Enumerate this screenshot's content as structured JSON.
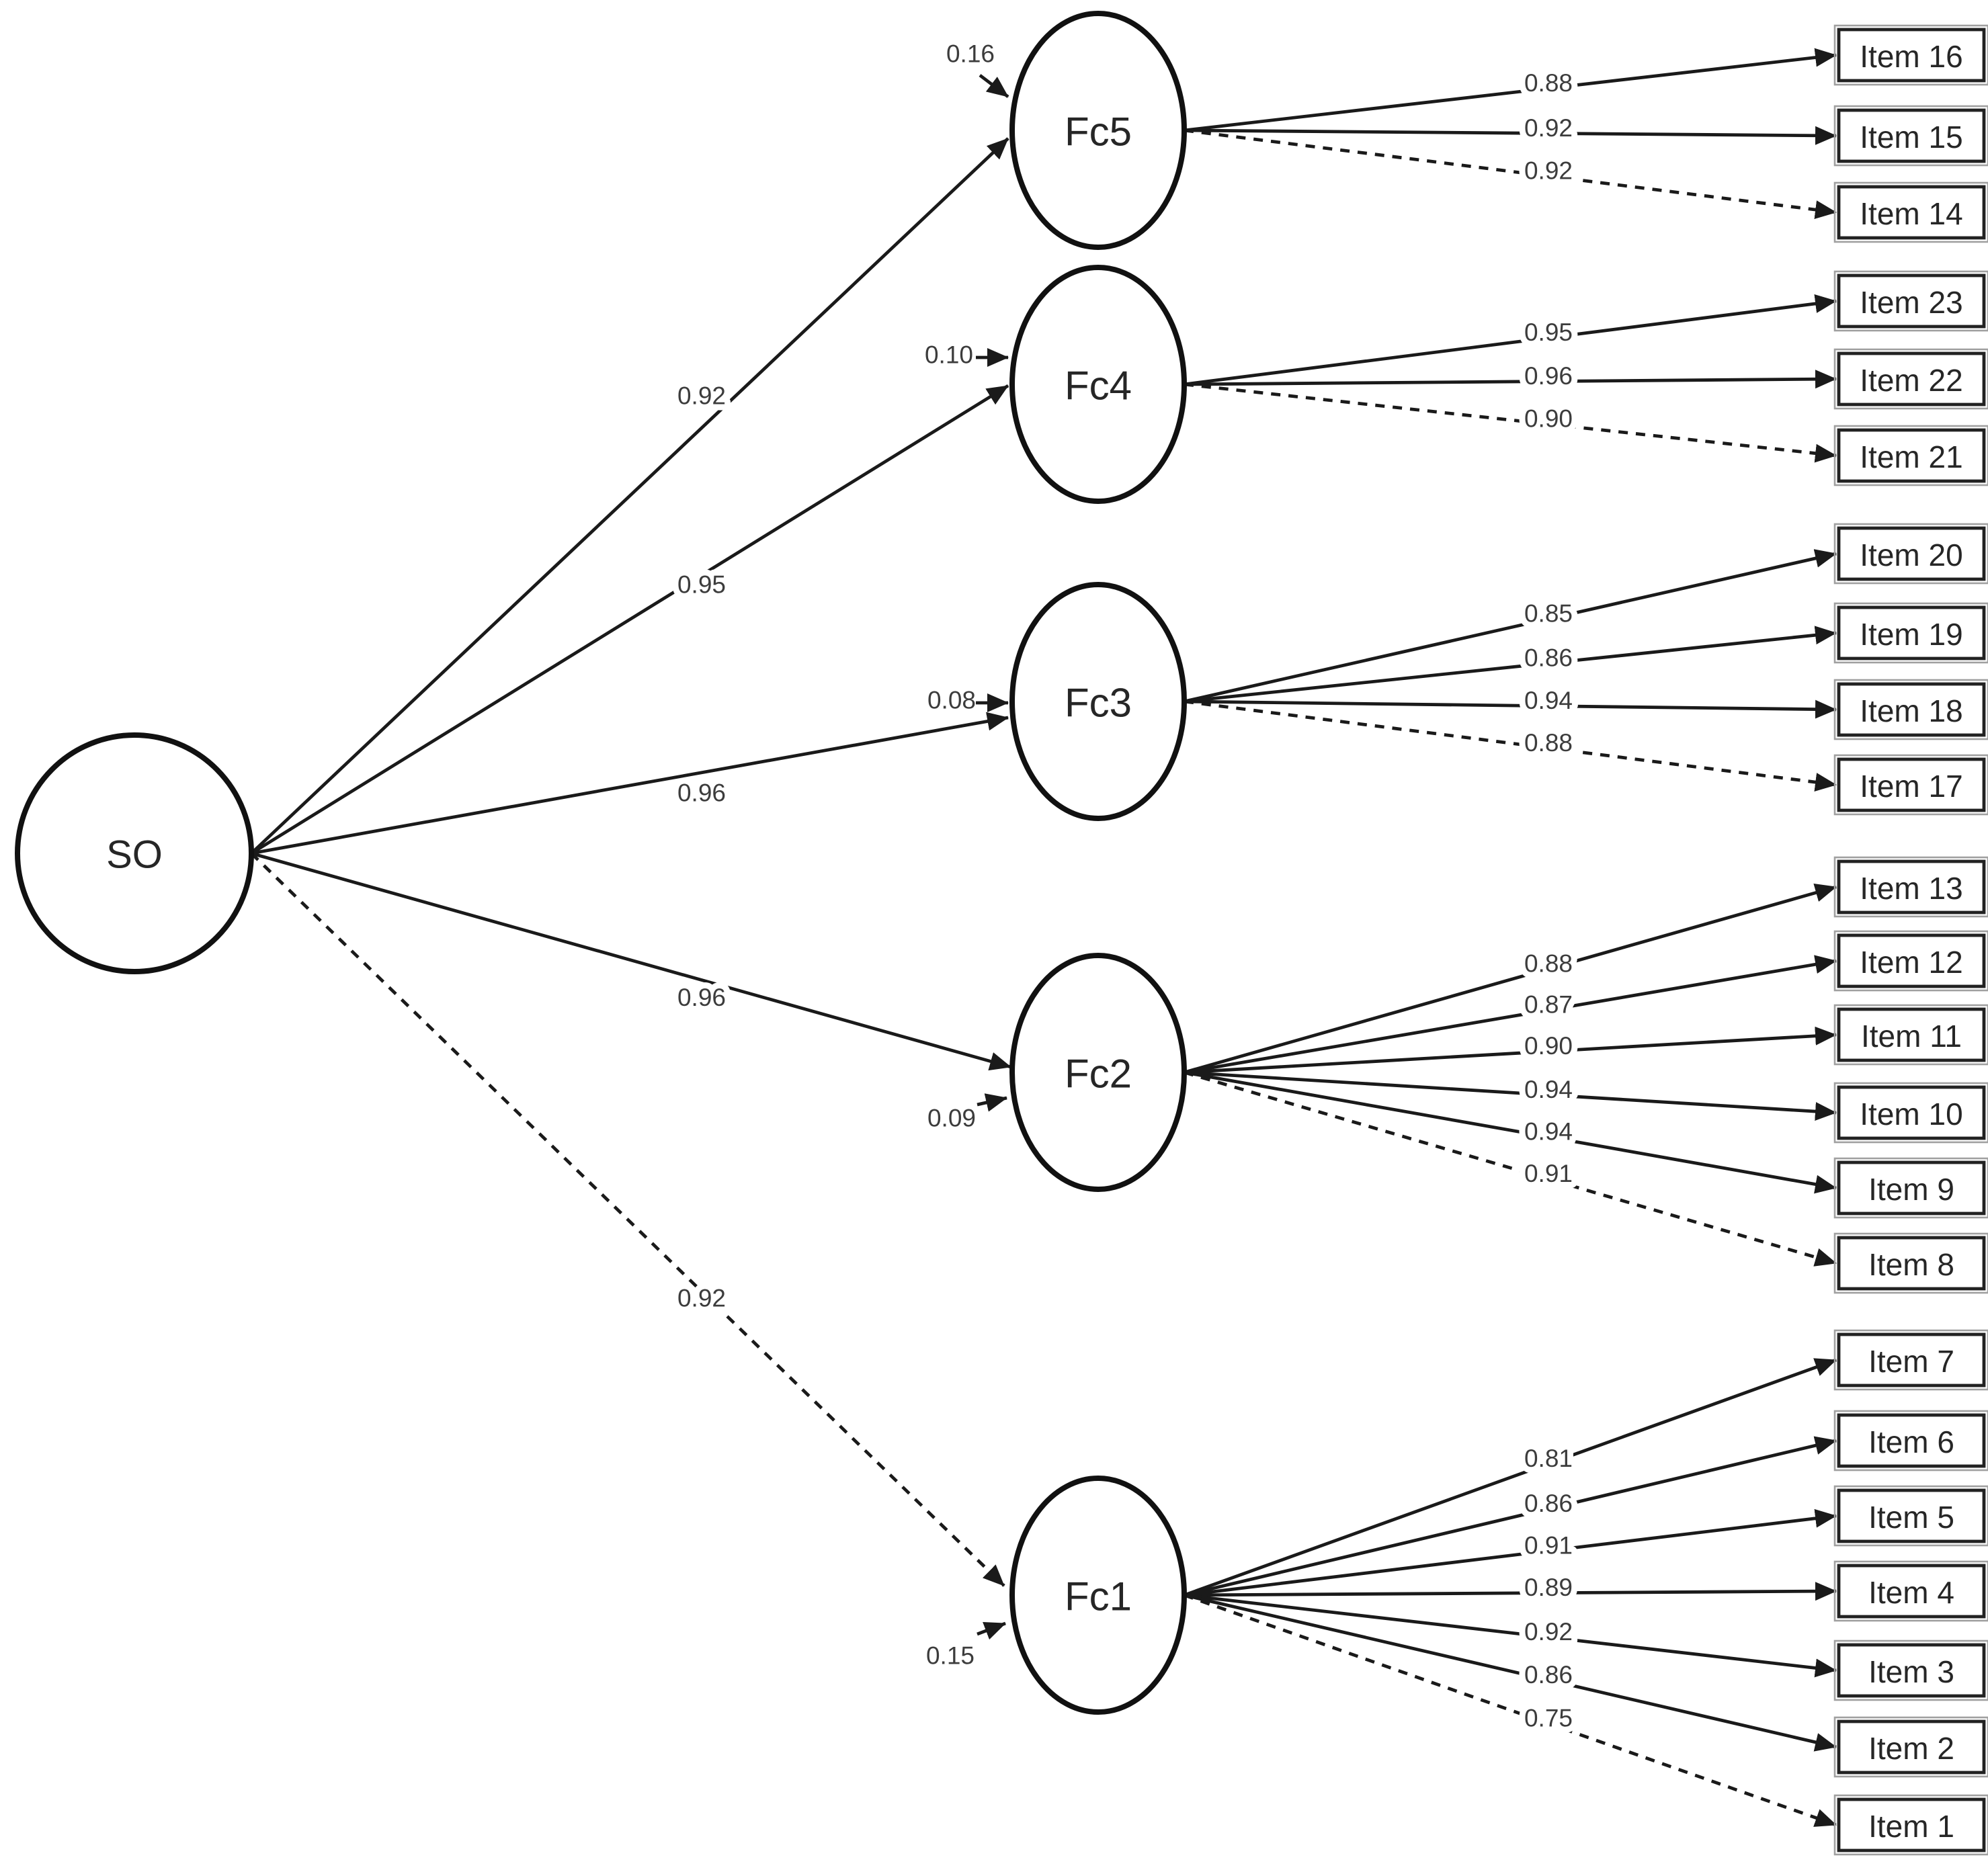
{
  "diagram": {
    "type": "second-order-cfa-path-diagram",
    "second_order_factor": {
      "id": "SO",
      "label": "SO"
    },
    "structural_paths": [
      {
        "from": "SO",
        "to": "Fc5",
        "coefficient": "0.92",
        "style": "solid"
      },
      {
        "from": "SO",
        "to": "Fc4",
        "coefficient": "0.95",
        "style": "solid"
      },
      {
        "from": "SO",
        "to": "Fc3",
        "coefficient": "0.96",
        "style": "solid"
      },
      {
        "from": "SO",
        "to": "Fc2",
        "coefficient": "0.96",
        "style": "solid"
      },
      {
        "from": "SO",
        "to": "Fc1",
        "coefficient": "0.92",
        "style": "dashed"
      }
    ],
    "factors": [
      {
        "id": "Fc5",
        "label": "Fc5",
        "residual": "0.16",
        "indicators": [
          {
            "item": "Item 16",
            "loading": "0.88",
            "style": "solid"
          },
          {
            "item": "Item 15",
            "loading": "0.92",
            "style": "solid"
          },
          {
            "item": "Item 14",
            "loading": "0.92",
            "style": "dashed"
          }
        ]
      },
      {
        "id": "Fc4",
        "label": "Fc4",
        "residual": "0.10",
        "indicators": [
          {
            "item": "Item 23",
            "loading": "0.95",
            "style": "solid"
          },
          {
            "item": "Item 22",
            "loading": "0.96",
            "style": "solid"
          },
          {
            "item": "Item 21",
            "loading": "0.90",
            "style": "dashed"
          }
        ]
      },
      {
        "id": "Fc3",
        "label": "Fc3",
        "residual": "0.08",
        "indicators": [
          {
            "item": "Item 20",
            "loading": "0.85",
            "style": "solid"
          },
          {
            "item": "Item 19",
            "loading": "0.86",
            "style": "solid"
          },
          {
            "item": "Item 18",
            "loading": "0.94",
            "style": "solid"
          },
          {
            "item": "Item 17",
            "loading": "0.88",
            "style": "dashed"
          }
        ]
      },
      {
        "id": "Fc2",
        "label": "Fc2",
        "residual": "0.09",
        "indicators": [
          {
            "item": "Item 13",
            "loading": "0.88",
            "style": "solid"
          },
          {
            "item": "Item 12",
            "loading": "0.87",
            "style": "solid"
          },
          {
            "item": "Item 11",
            "loading": "0.90",
            "style": "solid"
          },
          {
            "item": "Item 10",
            "loading": "0.94",
            "style": "solid"
          },
          {
            "item": "Item 9",
            "loading": "0.94",
            "style": "solid"
          },
          {
            "item": "Item 8",
            "loading": "0.91",
            "style": "dashed"
          }
        ]
      },
      {
        "id": "Fc1",
        "label": "Fc1",
        "residual": "0.15",
        "indicators": [
          {
            "item": "Item 7",
            "loading": "0.81",
            "style": "solid"
          },
          {
            "item": "Item 6",
            "loading": "0.86",
            "style": "solid"
          },
          {
            "item": "Item 5",
            "loading": "0.91",
            "style": "solid"
          },
          {
            "item": "Item 4",
            "loading": "0.89",
            "style": "solid"
          },
          {
            "item": "Item 3",
            "loading": "0.92",
            "style": "solid"
          },
          {
            "item": "Item 2",
            "loading": "0.86",
            "style": "solid"
          },
          {
            "item": "Item 1",
            "loading": "0.75",
            "style": "dashed"
          }
        ]
      }
    ],
    "colors": {
      "line": "#1a1a1a",
      "node_text": "#262626",
      "coefficient_text": "#3c3c3c",
      "box_fill": "#ffffff",
      "background": "#ffffff"
    }
  }
}
